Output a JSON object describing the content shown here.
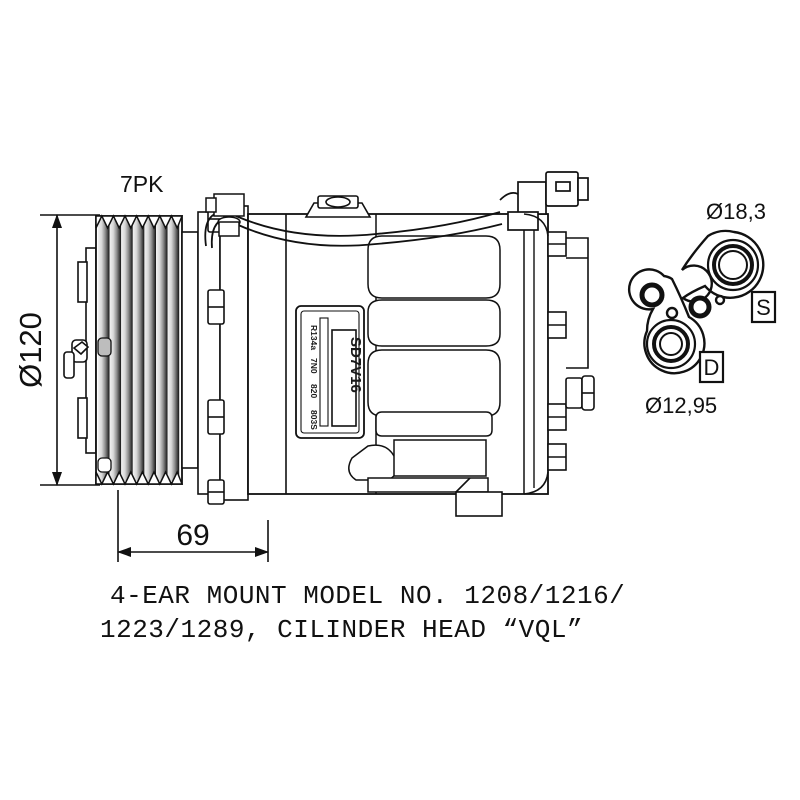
{
  "drawing": {
    "type": "technical-line-drawing",
    "subject": "air-conditioning compressor side view",
    "background_color": "#ffffff",
    "line_color": "#111111"
  },
  "labels": {
    "pulley_belt": "7PK",
    "diameter_vertical": "Ø120",
    "length_horizontal": "69",
    "port_suction_diameter": "Ø18,3",
    "port_discharge_diameter": "Ø12,95",
    "port_suction_tag": "S",
    "port_discharge_tag": "D"
  },
  "nameplate": {
    "model": "SD7V16",
    "lines": [
      "R134a",
      "7N0",
      "820",
      "803S"
    ]
  },
  "caption": {
    "line1": "4-EAR MOUNT MODEL NO. 1208/1216/",
    "line2": "1223/1289, CILINDER HEAD “VQL”"
  }
}
